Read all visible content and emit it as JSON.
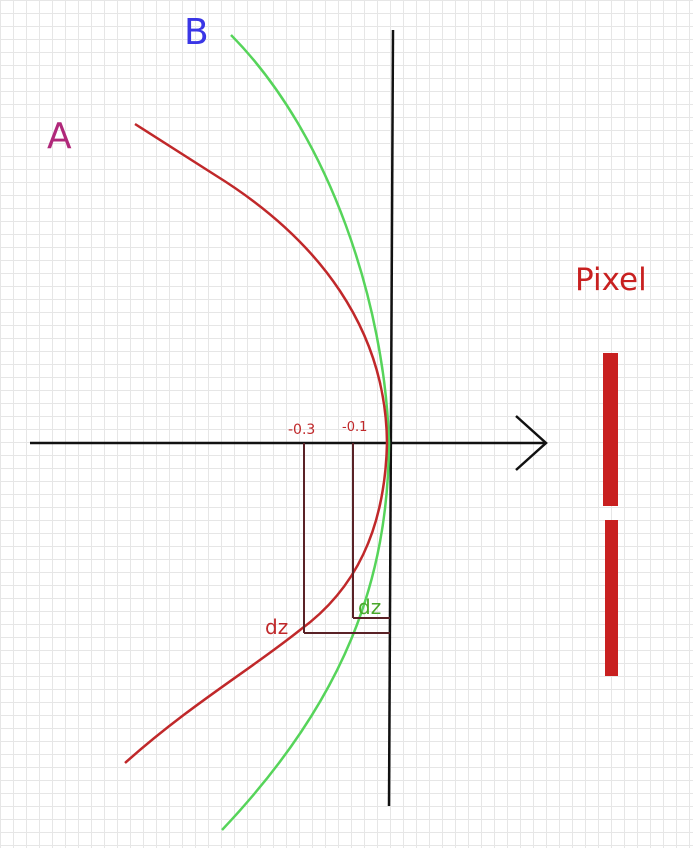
{
  "labels": {
    "curve_a": "A",
    "curve_b": "B",
    "pixel": "Pixel",
    "tick_near": "-0.1",
    "tick_far": "-0.3",
    "dz_a": "dz",
    "dz_b": "dz"
  },
  "colors": {
    "axis": "#111111",
    "curve_a": "#c0282a",
    "curve_b": "#56d45a",
    "dz_lines": "#5a2226",
    "label_a": "#b0287a",
    "label_b": "#3a36e6",
    "label_dz_b": "#4aa82a",
    "pixel": "#c82020",
    "tick_labels": "#c0282a"
  }
}
